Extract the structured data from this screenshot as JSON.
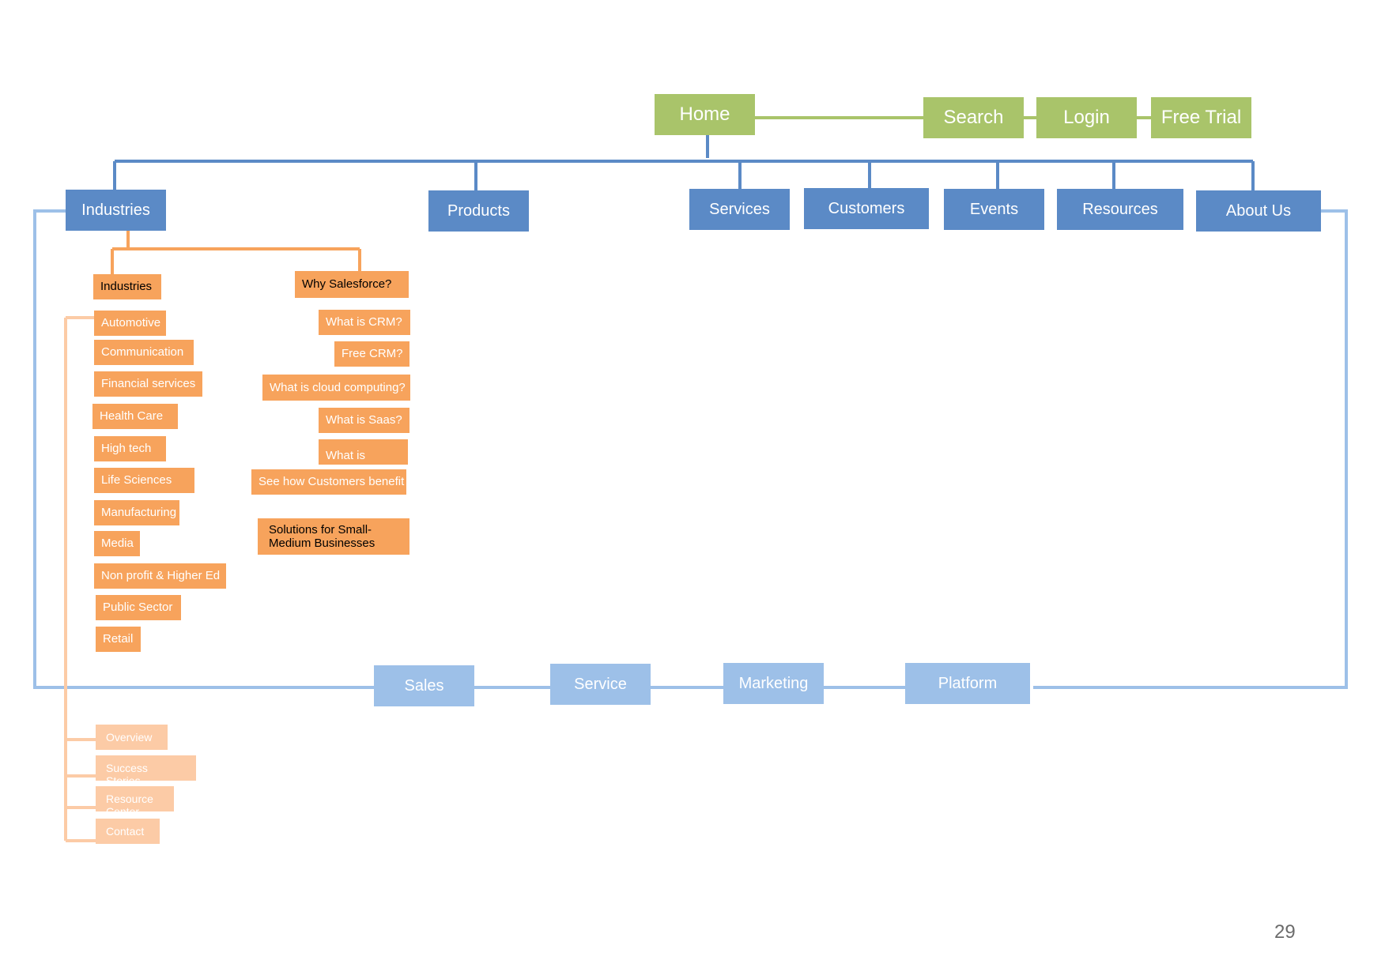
{
  "colors": {
    "home_bar": "#a9c46a",
    "main_nav": "#5b8ac6",
    "sub_nav": "#9dc0e8",
    "industries_branch": "#f7a35c",
    "faded_branch": "#fccba6"
  },
  "utility": {
    "home": "Home",
    "search": "Search",
    "login": "Login",
    "free_trial": "Free Trial"
  },
  "main_nav": {
    "industries": "Industries",
    "products": "Products",
    "services": "Services",
    "customers": "Customers",
    "events": "Events",
    "resources": "Resources",
    "about_us": "About Us"
  },
  "industries_branch": {
    "header": "Industries",
    "items": [
      "Automotive",
      "Communication",
      "Financial services",
      "Health Care",
      "High tech",
      "Life Sciences",
      "Manufacturing",
      "Media",
      "Non profit & Higher Ed",
      "Public Sector",
      "Retail"
    ]
  },
  "why_branch": {
    "header": "Why Salesforce?",
    "what_is_crm": "What is CRM?",
    "free_crm": "Free CRM?",
    "cloud_computing": "What is cloud computing?",
    "saas": "What is Saas?",
    "paas": "What is Paas?",
    "customers_benefit": "See how Customers benefit",
    "smb_solutions": "Solutions for Small-Medium Businesses"
  },
  "sub_nav": {
    "sales": "Sales",
    "service": "Service",
    "marketing": "Marketing",
    "platform": "Platform"
  },
  "faded_items": [
    "Overview",
    "Success Stories",
    "Resource Center",
    "Contact"
  ],
  "page_number": "29"
}
